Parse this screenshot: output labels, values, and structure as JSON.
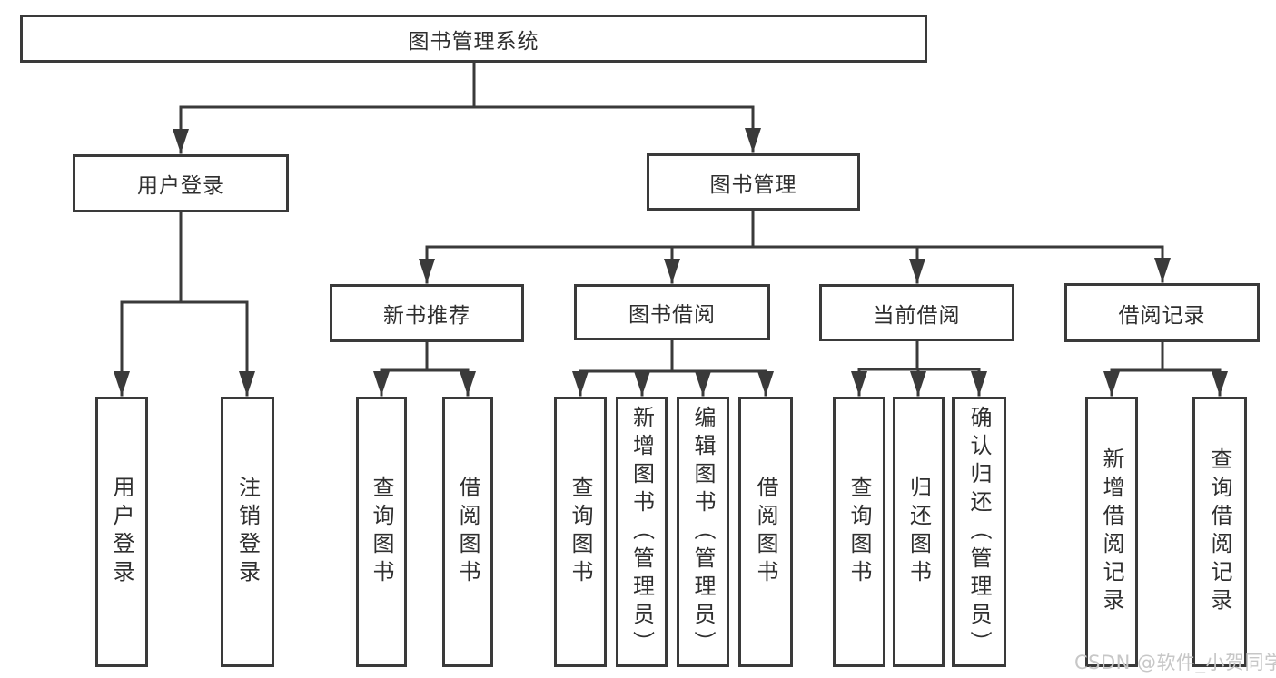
{
  "diagram": {
    "type": "hierarchy-tree",
    "line_color": "#3a3a3a",
    "box_fill": "#ffffff",
    "text_color": "#2f2f2f",
    "watermark_color": "#c7c7c7",
    "nodes": {
      "root": "图书管理系统",
      "user_login": "用户登录",
      "book_mgmt": "图书管理",
      "new_book": "新书推荐",
      "book_borrow": "图书借阅",
      "current_borrow": "当前借阅",
      "borrow_record": "借阅记录",
      "leaf_user_login": "用户登录",
      "leaf_logout": "注销登录",
      "leaf_nb_query": "查询图书",
      "leaf_nb_borrow": "借阅图书",
      "leaf_bb_query": "查询图书",
      "leaf_bb_add": "新增图书（管理员）",
      "leaf_bb_edit": "编辑图书（管理员）",
      "leaf_bb_borrow": "借阅图书",
      "leaf_cb_query": "查询图书",
      "leaf_cb_return": "归还图书",
      "leaf_cb_confirm": "确认归还（管理员）",
      "leaf_br_add": "新增借阅记录",
      "leaf_br_query": "查询借阅记录"
    },
    "hierarchy": {
      "图书管理系统": {
        "用户登录": [
          "用户登录",
          "注销登录"
        ],
        "图书管理": {
          "新书推荐": [
            "查询图书",
            "借阅图书"
          ],
          "图书借阅": [
            "查询图书",
            "新增图书（管理员）",
            "编辑图书（管理员）",
            "借阅图书"
          ],
          "当前借阅": [
            "查询图书",
            "归还图书",
            "确认归还（管理员）"
          ],
          "借阅记录": [
            "新增借阅记录",
            "查询借阅记录"
          ]
        }
      }
    },
    "watermark": "CSDN @软件_小贺同学"
  }
}
